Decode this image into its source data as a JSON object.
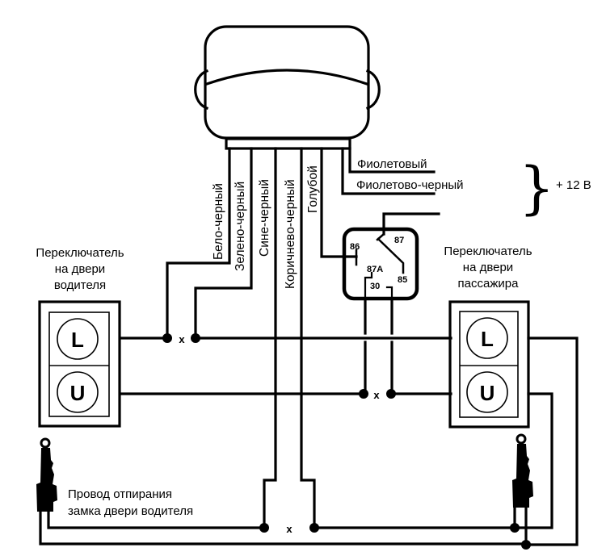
{
  "diagram": {
    "type": "wiring-diagram",
    "control_unit": {
      "name": "central-locking-control-unit",
      "wires": [
        "Бело-черный",
        "Зелено-черный",
        "Сине-черный",
        "Коричнево-черный",
        "Голубой",
        "Фиолетовый",
        "Фиолетово-черный"
      ]
    },
    "power": {
      "label": "+ 12 В",
      "wires": [
        "Фиолетовый",
        "Фиолетово-черный"
      ]
    },
    "relay": {
      "pins": [
        "86",
        "87",
        "87A",
        "30",
        "85"
      ]
    },
    "driver_switch": {
      "label_lines": [
        "Переключатель",
        "на двери",
        "водителя"
      ],
      "buttons": [
        "L",
        "U"
      ]
    },
    "passenger_switch": {
      "label_lines": [
        "Переключатель",
        "на двери",
        "пассажира"
      ],
      "buttons": [
        "L",
        "U"
      ]
    },
    "driver_lock_wire": {
      "label_lines": [
        "Провод отпирания",
        "замка двери водителя"
      ]
    },
    "cut_marker": "x"
  }
}
